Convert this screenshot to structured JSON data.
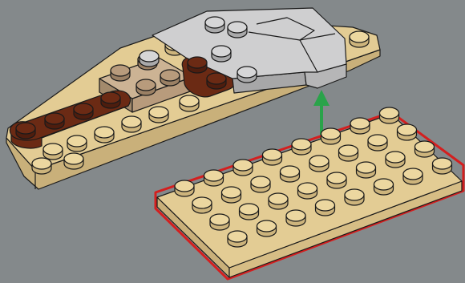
{
  "scene": {
    "description_kind": "lego-building-instruction-step",
    "background_color": "#84898b",
    "existing_model": {
      "base_color": "#e3cc94",
      "dark_brown_color": "#6b2a14",
      "medium_tan_color": "#b89b7c",
      "light_grey_color": "#cfcfd0"
    },
    "new_part": {
      "name": "plate-4x8-tan",
      "color": "#e3cc94",
      "highlight_outline_color": "#d41f1f"
    },
    "arrow": {
      "color": "#2aa34a",
      "direction": "up"
    }
  }
}
